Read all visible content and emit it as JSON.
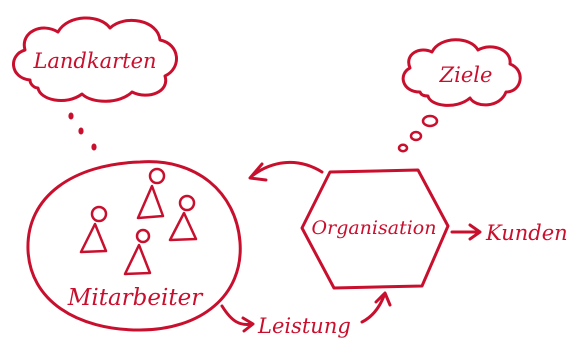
{
  "colors": {
    "ink": "#c8102e",
    "background": "#ffffff"
  },
  "labels": {
    "landkarten": "Landkarten",
    "ziele": "Ziele",
    "mitarbeiter": "Mitarbeiter",
    "organisation": "Organisation",
    "kunden": "Kunden",
    "leistung": "Leistung"
  }
}
